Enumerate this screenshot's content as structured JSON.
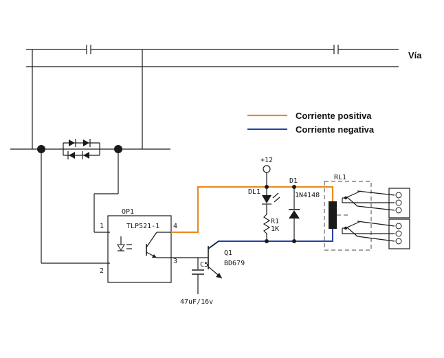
{
  "colors": {
    "positive": "#e98a1f",
    "negative": "#2442a8",
    "wire": "#1a1a1a"
  },
  "track": {
    "label": "Vía"
  },
  "legend": {
    "positive": "Corriente positiva",
    "negative": "Corriente negativa"
  },
  "optocoupler": {
    "ref": "OP1",
    "part": "TLP521-1",
    "pins": [
      "1",
      "2",
      "3",
      "4"
    ]
  },
  "transistor": {
    "ref": "Q1",
    "part": "BD679"
  },
  "capacitor": {
    "ref": "C5",
    "value": "47uF/16v"
  },
  "supply": {
    "label": "+12"
  },
  "led": {
    "ref": "DL1"
  },
  "resistor": {
    "ref": "R1",
    "value": "1K"
  },
  "diode": {
    "ref": "D1",
    "part": "1N4148"
  },
  "relay": {
    "ref": "RL1"
  },
  "icons": [
    "bridge-rectifier-icon",
    "led-icon",
    "diode-icon",
    "npn-transistor-icon",
    "relay-icon",
    "terminal-block-icon"
  ]
}
